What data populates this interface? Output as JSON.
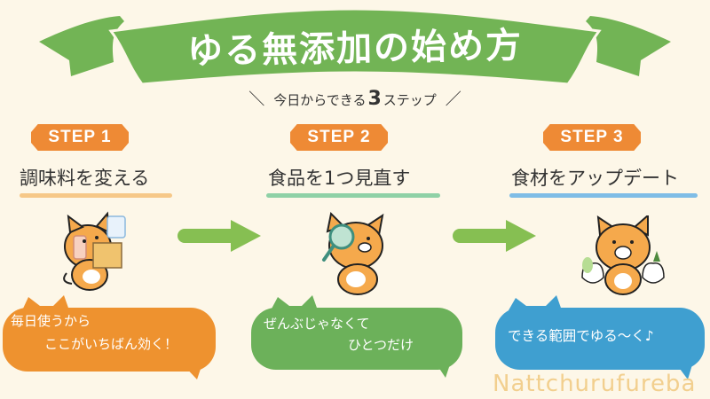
{
  "banner": {
    "title": "ゆる無添加の始め方",
    "color": "#72b455"
  },
  "subtitle": {
    "left_slash": "＼",
    "prefix": "今日からできる",
    "number": "3",
    "suffix": "ステップ",
    "right_slash": "／"
  },
  "steps": [
    {
      "badge": "STEP 1",
      "title": "調味料を変える",
      "underline_color": "#f6c888",
      "illustration": "cat-carrying-seasonings",
      "bubble": {
        "line1": "毎日使うから",
        "line2": "ここがいちばん効く！",
        "color": "#ee922f"
      }
    },
    {
      "badge": "STEP 2",
      "title": "食品を1つ見直す",
      "underline_color": "#8fd1a6",
      "illustration": "cat-with-magnifying-glass",
      "bubble": {
        "line1": "ぜんぶじゃなくて",
        "line2": "ひとつだけ",
        "color": "#6cb15a"
      }
    },
    {
      "badge": "STEP 3",
      "title": "食材をアップデート",
      "underline_color": "#7fbde6",
      "illustration": "cat-with-grocery-bags",
      "bubble": {
        "line1": "できる範囲でゆる〜く♪",
        "color": "#3f9fd0"
      }
    }
  ],
  "arrows": {
    "icon": "right-arrow-icon",
    "color": "#86bf52"
  },
  "badge_color": "#ee8a35",
  "watermark": "Nattchurufureba"
}
